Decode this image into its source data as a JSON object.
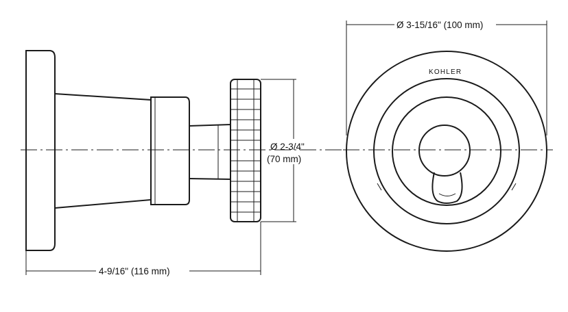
{
  "diagram": {
    "side_view": {
      "overall_length_label": "4-9/16\" (116 mm)",
      "knob_diameter_label_line1": "Ø 2-3/4\"",
      "knob_diameter_label_line2": "(70 mm)"
    },
    "front_view": {
      "faceplate_diameter_label": "Ø 3-15/16\" (100 mm)",
      "brand_text": "KOHLER"
    }
  }
}
